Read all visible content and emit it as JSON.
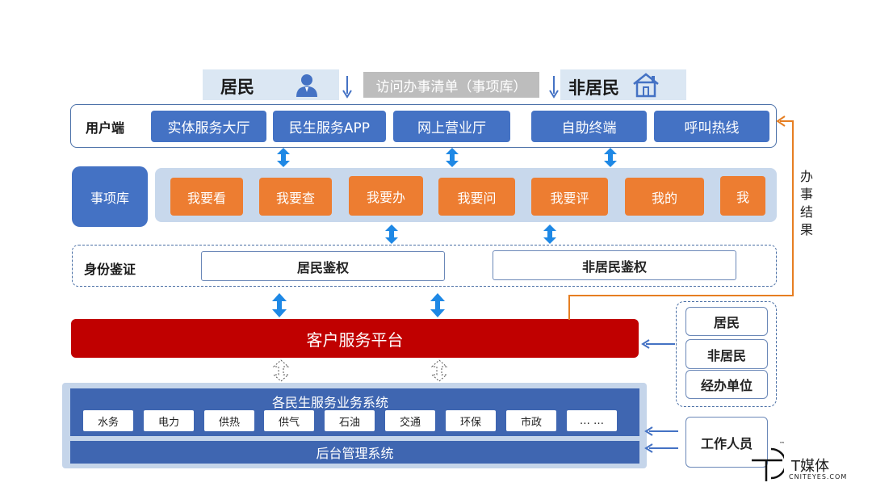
{
  "top": {
    "resident": "居民",
    "visit_list": "访问办事清单（事项库）",
    "non_resident": "非居民"
  },
  "user_end": {
    "label": "用户端",
    "channels": [
      "实体服务大厅",
      "民生服务APP",
      "网上营业厅",
      "自助终端",
      "呼叫热线"
    ]
  },
  "item_library": {
    "label": "事项库",
    "items": [
      "我要看",
      "我要查",
      "我要办",
      "我要问",
      "我要评",
      "我的",
      "我"
    ]
  },
  "identity": {
    "label": "身份鉴证",
    "resident_auth": "居民鉴权",
    "non_resident_auth": "非居民鉴权"
  },
  "platform": {
    "label": "客户服务平台"
  },
  "business": {
    "title": "各民生服务业务系统",
    "systems": [
      "水务",
      "电力",
      "供热",
      "供气",
      "石油",
      "交通",
      "环保",
      "市政",
      "… …"
    ],
    "backend": "后台管理系统"
  },
  "side": {
    "resident": "居民",
    "non_resident": "非居民",
    "agency": "经办单位",
    "staff": "工作人员"
  },
  "result_label": "办事结果",
  "logo": {
    "brand": "T媒体",
    "url": "CNITEYES.COM",
    "tm": "™"
  },
  "colors": {
    "blue": "#4472c4",
    "orange": "#ed7d31",
    "red": "#c00000",
    "arrow": "#1e88e5",
    "feedback": "#e67e22"
  }
}
